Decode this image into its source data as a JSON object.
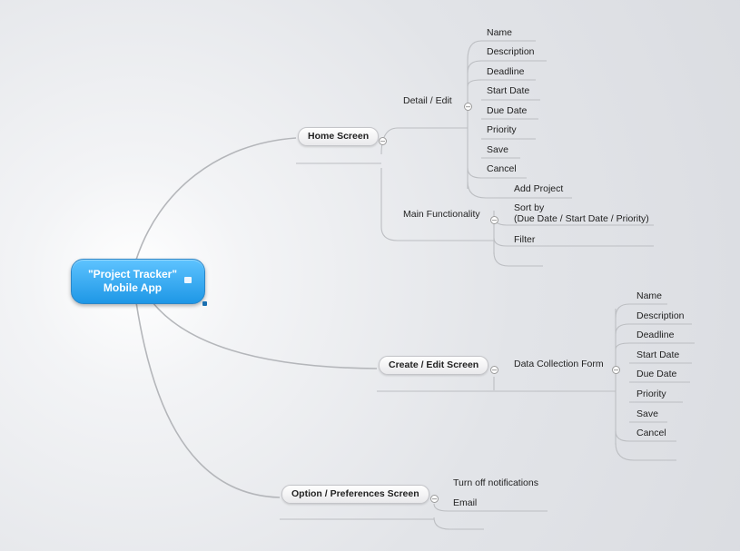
{
  "root": {
    "line1": "\"Project Tracker\"",
    "line2": "Mobile App"
  },
  "home": {
    "label": "Home Screen",
    "detail_edit": {
      "label": "Detail / Edit",
      "items": [
        "Name",
        "Description",
        "Deadline",
        "Start Date",
        "Due Date",
        "Priority",
        "Save",
        "Cancel"
      ]
    },
    "main_functionality": {
      "label": "Main Functionality",
      "add_project": "Add Project",
      "sort_by": "Sort by",
      "sort_by_options": "(Due Date / Start Date / Priority)",
      "filter": "Filter"
    }
  },
  "create_edit": {
    "label": "Create / Edit Screen",
    "form": {
      "label": "Data Collection Form",
      "items": [
        "Name",
        "Description",
        "Deadline",
        "Start Date",
        "Due Date",
        "Priority",
        "Save",
        "Cancel"
      ]
    }
  },
  "options": {
    "label": "Option / Preferences Screen",
    "items": [
      "Turn off notifications",
      "Email"
    ]
  },
  "collapse_symbol": "–"
}
